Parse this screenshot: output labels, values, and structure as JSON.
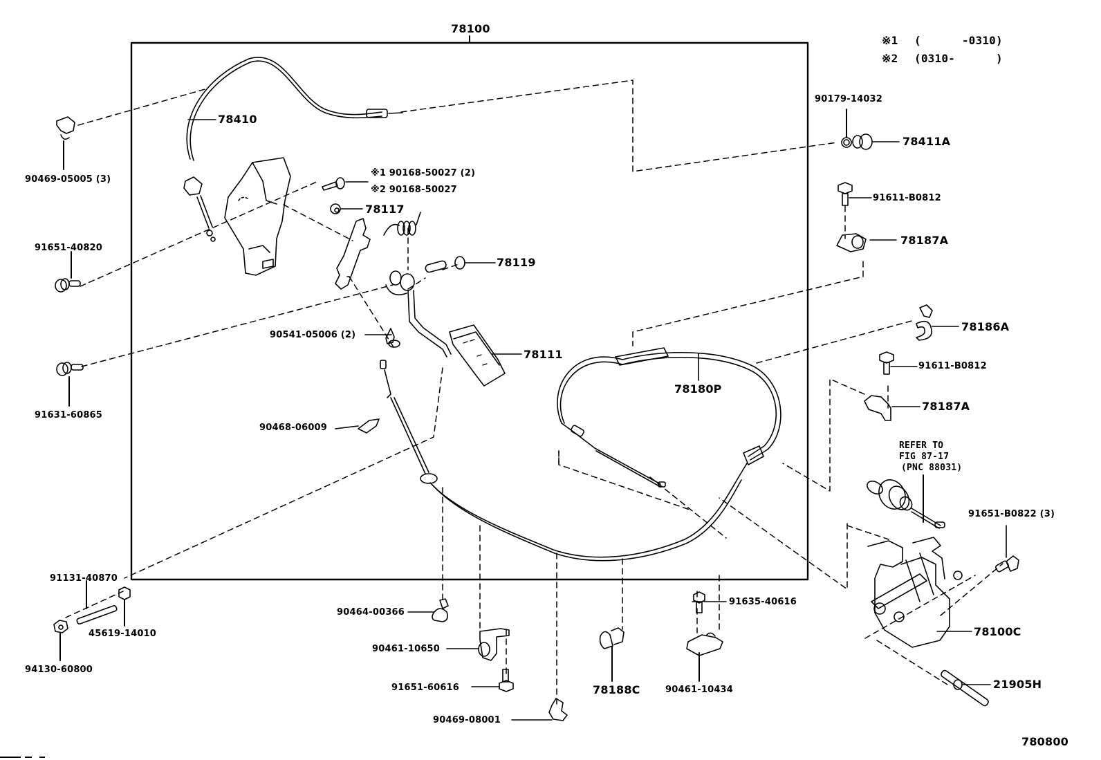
{
  "diagram": {
    "title": "78100",
    "figure_code": "780800",
    "legend": [
      {
        "mark": "※1",
        "range": "(      -0310)"
      },
      {
        "mark": "※2",
        "range": "(0310-      )"
      }
    ],
    "note_refer": [
      "REFER TO",
      "FIG 87-17",
      "(PNC 88031)"
    ],
    "parts": {
      "p78410": "78410",
      "p90469_05005": "90469-05005 (3)",
      "p90168_1": "※1  90168-50027 (2)",
      "p90168_2": "※2  90168-50027",
      "p78117": "78117",
      "p91651_40820": "91651-40820",
      "p78119": "78119",
      "p90541": "90541-05006 (2)",
      "p78111": "78111",
      "p91631_60865": "91631-60865",
      "p90468": "90468-06009",
      "p78180P": "78180P",
      "p90179": "90179-14032",
      "p78411A": "78411A",
      "p91611_a": "91611-B0812",
      "p78187A_a": "78187A",
      "p78186A": "78186A",
      "p91611_b": "91611-B0812",
      "p78187A_b": "78187A",
      "p91651_B0822": "91651-B0822 (3)",
      "p78100C": "78100C",
      "p21905H": "21905H",
      "p91131": "91131-40870",
      "p45619": "45619-14010",
      "p94130": "94130-60800",
      "p90464": "90464-00366",
      "p90461_10650": "90461-10650",
      "p91651_60616": "91651-60616",
      "p90469_08001": "90469-08001",
      "p78188C": "78188C",
      "p91635": "91635-40616",
      "p90461_10434": "90461-10434"
    }
  }
}
